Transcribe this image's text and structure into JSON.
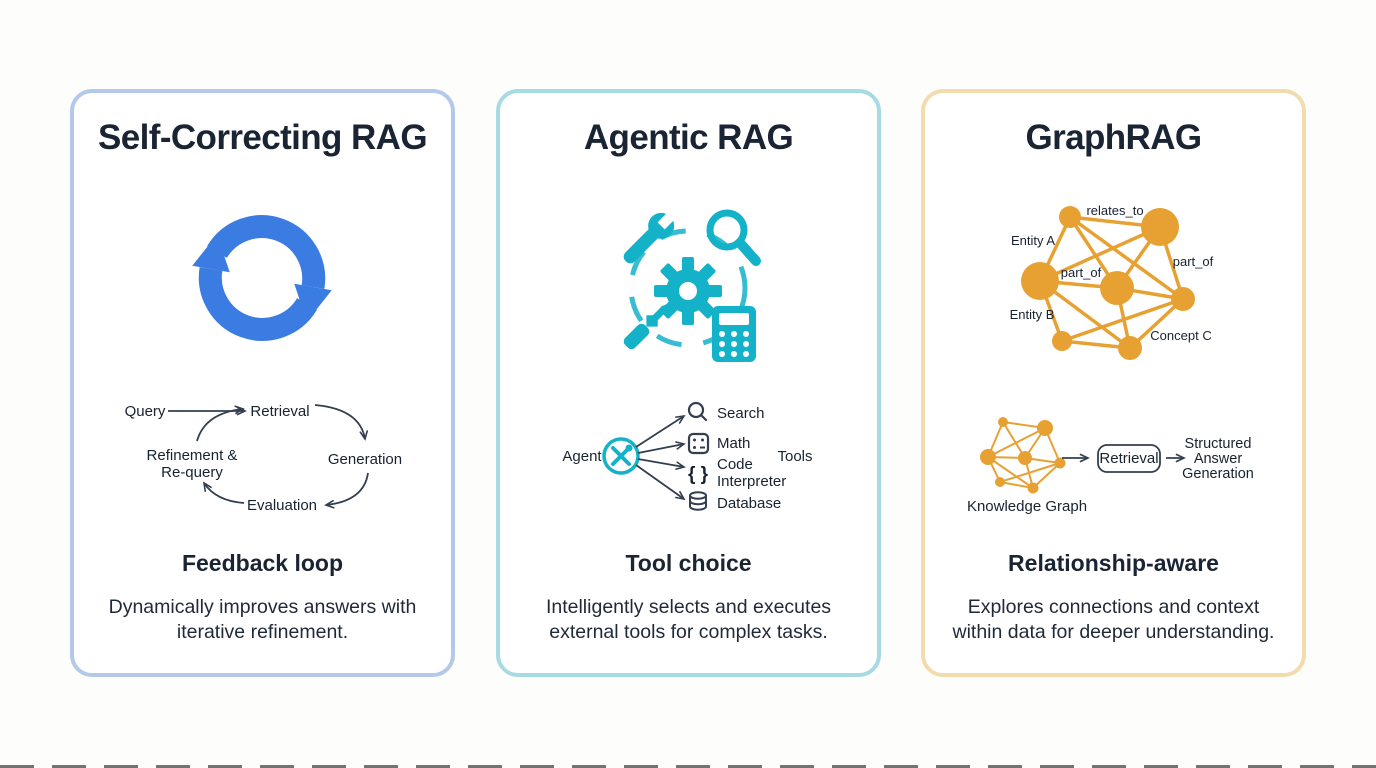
{
  "colors": {
    "blue_accent": "#3b7ce2",
    "teal_accent": "#13b2c9",
    "orange_accent": "#e7a133",
    "border_blue": "#b4c9ea",
    "border_teal": "#a8dae4",
    "border_orange": "#f2dcae",
    "ink": "#1a2433",
    "diagram_stroke": "#333f4e"
  },
  "cards": [
    {
      "title": "Self-Correcting RAG",
      "subtitle": "Feedback loop",
      "description_lines": [
        "Dynamically improves answers with",
        "iterative refinement."
      ],
      "icon": "refresh-cycle-icon",
      "loop": {
        "query": "Query",
        "retrieval": "Retrieval",
        "generation": "Generation",
        "evaluation": "Evaluation",
        "refinement_line1": "Refinement &",
        "refinement_line2": "Re-query"
      }
    },
    {
      "title": "Agentic RAG",
      "subtitle": "Tool choice",
      "description_lines": [
        "Intelligently selects and executes",
        "external tools for complex tasks."
      ],
      "icon": "tools-cluster-icon",
      "diagram": {
        "agent": "Agent",
        "tools_label": "Tools",
        "tools": [
          {
            "name": "search",
            "label": "Search"
          },
          {
            "name": "math",
            "label": "Math"
          },
          {
            "name": "code-interpreter",
            "label_line1": "Code",
            "label_line2": "Interpreter",
            "glyph": "{ }"
          },
          {
            "name": "database",
            "label": "Database"
          }
        ]
      }
    },
    {
      "title": "GraphRAG",
      "subtitle": "Relationship-aware",
      "description_lines": [
        "Explores connections and context",
        "within data for deeper understanding."
      ],
      "icon": "knowledge-graph-icon",
      "graph": {
        "relates_to": "relates_to",
        "entity_a": "Entity A",
        "entity_b": "Entity B",
        "concept_c": "Concept C",
        "part_of_center": "part_of",
        "part_of_right": "part_of"
      },
      "flow": {
        "knowledge_graph": "Knowledge Graph",
        "retrieval": "Retrieval",
        "answer_line1": "Structured",
        "answer_line2": "Answer",
        "answer_line3": "Generation"
      }
    }
  ]
}
